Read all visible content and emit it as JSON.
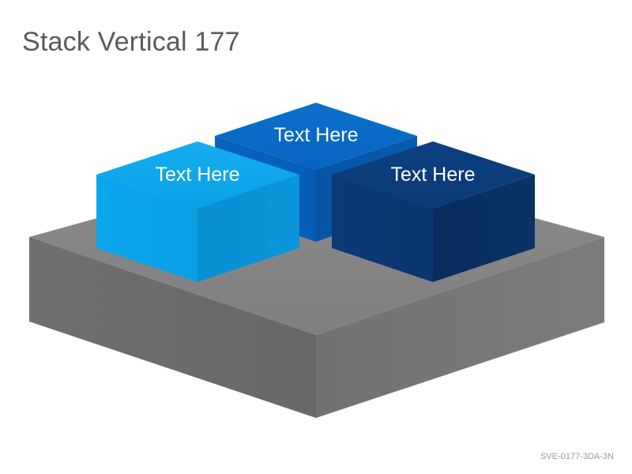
{
  "title": "Stack Vertical 177",
  "footer_code": "SVE-0177-3DA-3N",
  "colors": {
    "platform_top": "#858585",
    "platform_left": "#6c6c6c",
    "platform_right": "#777777",
    "block_light": "#0aa2e8",
    "block_mid": "#0866c2",
    "block_dark": "#0b3a78"
  },
  "blocks": [
    {
      "label": "Text Here",
      "color_name": "light-blue"
    },
    {
      "label": "Text Here",
      "color_name": "medium-blue"
    },
    {
      "label": "Text Here",
      "color_name": "dark-blue"
    }
  ]
}
